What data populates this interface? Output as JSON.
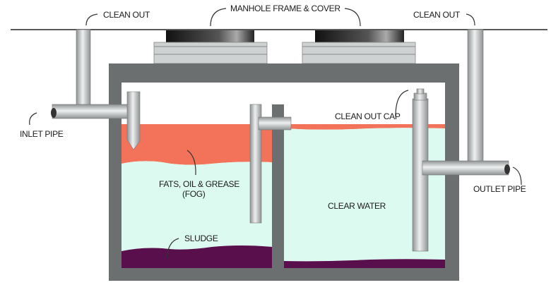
{
  "labels": {
    "clean_out_left": "CLEAN OUT",
    "manhole": "MANHOLE FRAME & COVER",
    "clean_out_right": "CLEAN OUT",
    "inlet_pipe": "INLET PIPE",
    "clean_out_cap": "CLEAN OUT CAP",
    "fog_line1": "FATS, OIL & GREASE",
    "fog_line2": "(FOG)",
    "clear_water": "CLEAR WATER",
    "outlet_pipe": "OUTLET PIPE",
    "sludge": "SLUDGE"
  },
  "colors": {
    "tank": "#6b6f70",
    "fog": "#f2735a",
    "water": "#dcfaf0",
    "sludge": "#5a0f4d",
    "pipe": "#c9cccd",
    "frame": "#cfd2d3"
  }
}
